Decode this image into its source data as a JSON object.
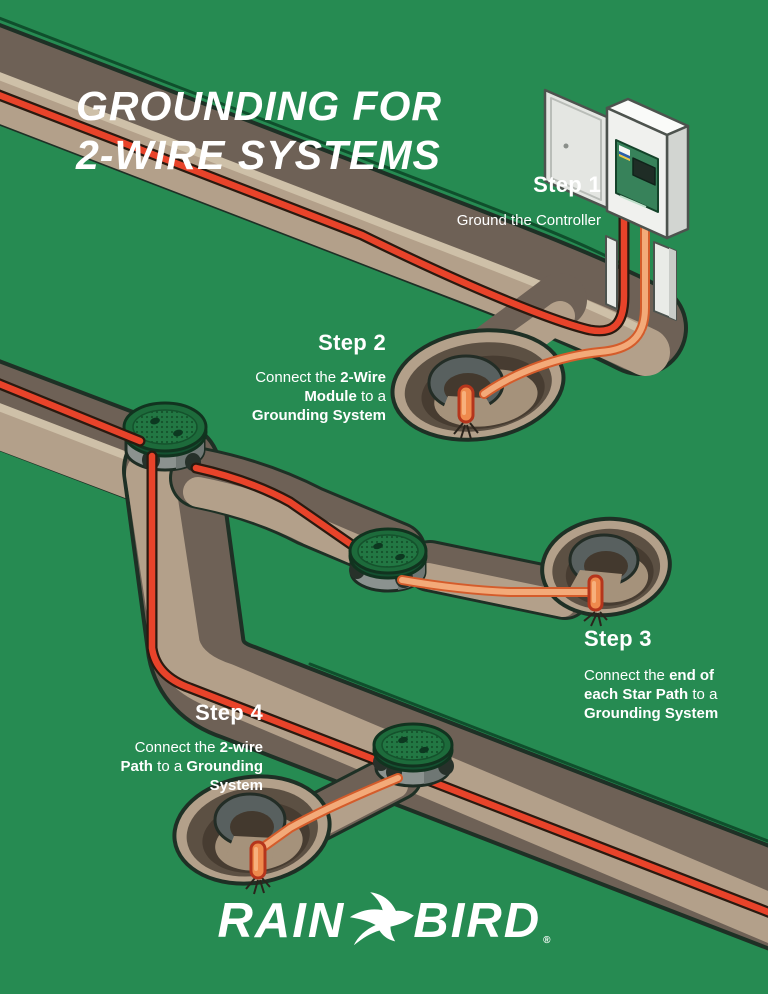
{
  "title": {
    "line1": "GROUNDING FOR",
    "line2": "2-WIRE SYSTEMS"
  },
  "steps": {
    "step1": {
      "heading": "Step 1",
      "desc": "Ground the Controller"
    },
    "step2": {
      "heading": "Step 2",
      "l1a": "Connect the ",
      "l1b": "2-Wire",
      "l2b": "Module",
      "l2a": " to a",
      "l3b": "Grounding System"
    },
    "step3": {
      "heading": "Step 3",
      "l1a": "Connect the ",
      "l1b": "end of",
      "l2b": "each Star Path",
      "l2a": " to a",
      "l3b": "Grounding System"
    },
    "step4": {
      "heading": "Step 4",
      "l1a": "Connect the ",
      "l1b": "2-wire",
      "l2b": "Path",
      "l2a": " to a ",
      "l2c": "Grounding",
      "l3b": "System"
    }
  },
  "logo": {
    "word1": "RAIN",
    "word2": "BIRD",
    "registered": "®"
  },
  "colors": {
    "background_green": "#268b52",
    "trench_wall_brown": "#6e6156",
    "trench_floor_tan": "#b3a08a",
    "wire_red": "#e8432a",
    "wire_copper": "#f3aa79",
    "ground_rod_orange": "#ef8a4d",
    "valve_box_gray": "#8b928f",
    "valve_lid_green": "#1d6b3b",
    "text_white": "#ffffff"
  }
}
